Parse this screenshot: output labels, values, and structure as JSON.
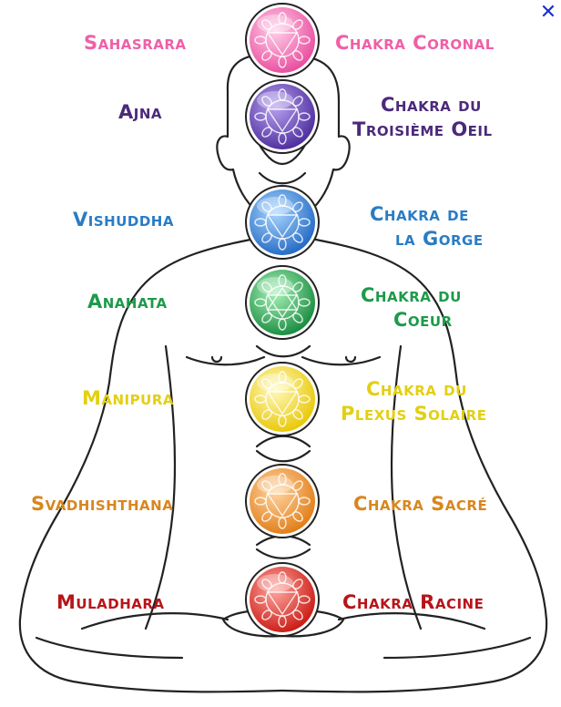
{
  "close_icon": "close-icon",
  "chakras": [
    {
      "id": "sahasrara",
      "sanskrit": "Sahasrara",
      "french": [
        "Chakra Coronal"
      ],
      "color": "#ef5fa7"
    },
    {
      "id": "ajna",
      "sanskrit": "Ajna",
      "french": [
        "Chakra du",
        "Troisième Oeil"
      ],
      "color": "#4b2a7a"
    },
    {
      "id": "vishuddha",
      "sanskrit": "Vishuddha",
      "french": [
        "Chakra de",
        "la Gorge"
      ],
      "color": "#2a7cc4"
    },
    {
      "id": "anahata",
      "sanskrit": "Anahata",
      "french": [
        "Chakra du",
        "Coeur"
      ],
      "color": "#1d9a4a"
    },
    {
      "id": "manipura",
      "sanskrit": "Manipura",
      "french": [
        "Chakra du",
        "Plexus Solaire"
      ],
      "color": "#e3cf12"
    },
    {
      "id": "svadhishthana",
      "sanskrit": "Svadhishthana",
      "french": [
        "Chakra Sacré"
      ],
      "color": "#d9861e"
    },
    {
      "id": "muladhara",
      "sanskrit": "Muladhara",
      "french": [
        "Chakra Racine"
      ],
      "color": "#b8141a"
    }
  ]
}
